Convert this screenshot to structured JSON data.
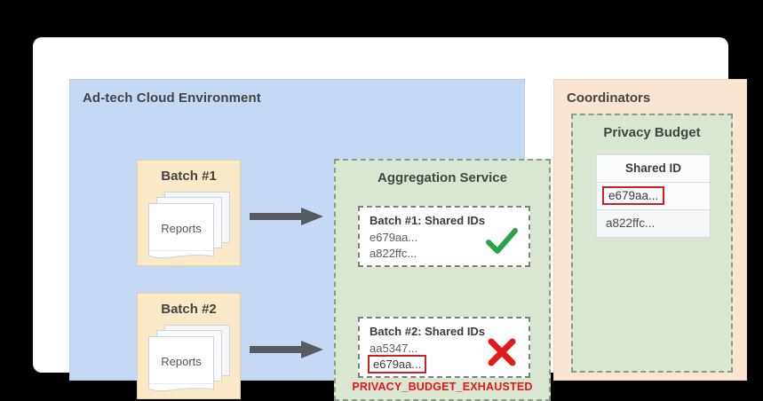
{
  "diagram": {
    "cloud": {
      "title": "Ad-tech Cloud Environment",
      "batches": [
        {
          "title": "Batch #1",
          "doc_label": "Reports"
        },
        {
          "title": "Batch #2",
          "doc_label": "Reports"
        }
      ],
      "arrow_icon": "arrow-right-icon"
    },
    "aggregation": {
      "title": "Aggregation Service",
      "results": [
        {
          "header": "Batch #1: Shared IDs",
          "id_1": "e679aa...",
          "id_2": "a822ffc...",
          "flagged": false,
          "status_icon": "check-icon",
          "status_color": "#2ca34a"
        },
        {
          "header": "Batch #2: Shared IDs",
          "id_1": "aa5347...",
          "id_2": "e679aa...",
          "flagged": true,
          "status_icon": "cross-icon",
          "status_color": "#e01b1b"
        }
      ],
      "error_text": "PRIVACY_BUDGET_EXHAUSTED"
    },
    "coordinators": {
      "title": "Coordinators",
      "privacy_budget": {
        "title": "Privacy Budget",
        "table": {
          "column_header": "Shared ID",
          "rows": [
            {
              "value": "e679aa...",
              "flagged": true
            },
            {
              "value": "a822ffc...",
              "flagged": false
            }
          ]
        }
      }
    },
    "colors": {
      "cloud_bg": "#c6d9f4",
      "batch_bg": "#fbeac8",
      "service_bg": "#d9e7d2",
      "coordinator_bg": "#fae5d3",
      "error_red": "#e8141a",
      "flag_red": "#cc2027",
      "success_green": "#2ca34a"
    }
  }
}
